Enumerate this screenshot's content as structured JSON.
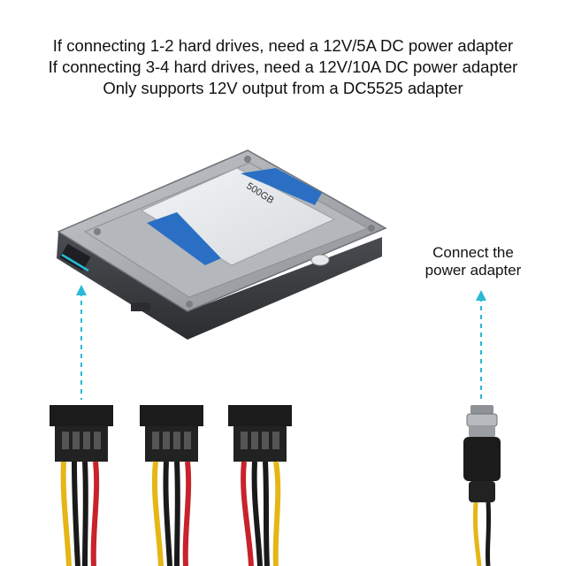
{
  "caption": {
    "line1": "If connecting 1-2 hard drives, need a 12V/5A DC power adapter",
    "line2": "If connecting 3-4 hard drives, need a 12V/10A DC power adapter",
    "line3": "Only supports 12V output from a DC5525 adapter"
  },
  "hdd": {
    "capacity_label": "500GB"
  },
  "adapter": {
    "line1": "Connect the",
    "line2": "power adapter"
  },
  "colors": {
    "hdd_body": "#8f9397",
    "hdd_plate": "#dfe2e5",
    "label_blue": "#2a6fc4",
    "connector_black": "#1b1b1b",
    "wire_red": "#c8232b",
    "wire_yellow": "#e6b516",
    "wire_black": "#1a1a1a",
    "guide_cyan": "#27b9d6"
  }
}
